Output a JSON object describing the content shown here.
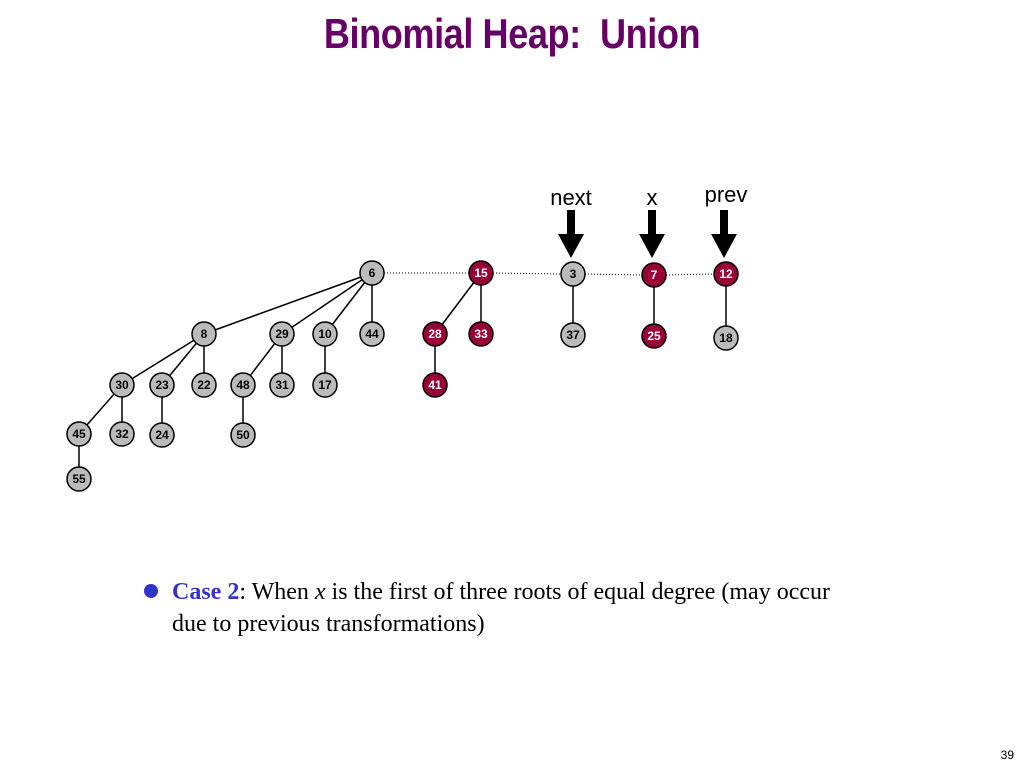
{
  "slide": {
    "title": "Binomial Heap:  Union",
    "page_number": "39"
  },
  "colors": {
    "title": "#660066",
    "gray_node": "#bbbbbb",
    "red_node": "#990033",
    "bullet": "#3333cc"
  },
  "pointers": [
    {
      "label": "next",
      "target": "3"
    },
    {
      "label": "x",
      "target": "7"
    },
    {
      "label": "prev",
      "target": "12"
    }
  ],
  "diagram": {
    "nodes": [
      {
        "key": "6",
        "color": "gray"
      },
      {
        "key": "15",
        "color": "red"
      },
      {
        "key": "3",
        "color": "gray"
      },
      {
        "key": "7",
        "color": "red"
      },
      {
        "key": "12",
        "color": "red"
      },
      {
        "key": "8",
        "color": "gray"
      },
      {
        "key": "29",
        "color": "gray"
      },
      {
        "key": "10",
        "color": "gray"
      },
      {
        "key": "44",
        "color": "gray"
      },
      {
        "key": "28",
        "color": "red"
      },
      {
        "key": "33",
        "color": "red"
      },
      {
        "key": "37",
        "color": "gray"
      },
      {
        "key": "25",
        "color": "red"
      },
      {
        "key": "18",
        "color": "gray"
      },
      {
        "key": "30",
        "color": "gray"
      },
      {
        "key": "23",
        "color": "gray"
      },
      {
        "key": "22",
        "color": "gray"
      },
      {
        "key": "48",
        "color": "gray"
      },
      {
        "key": "31",
        "color": "gray"
      },
      {
        "key": "17",
        "color": "gray"
      },
      {
        "key": "41",
        "color": "red"
      },
      {
        "key": "45",
        "color": "gray"
      },
      {
        "key": "32",
        "color": "gray"
      },
      {
        "key": "24",
        "color": "gray"
      },
      {
        "key": "50",
        "color": "gray"
      },
      {
        "key": "55",
        "color": "gray"
      }
    ],
    "edges": [
      [
        "6",
        "8"
      ],
      [
        "6",
        "29"
      ],
      [
        "6",
        "10"
      ],
      [
        "6",
        "44"
      ],
      [
        "8",
        "30"
      ],
      [
        "8",
        "23"
      ],
      [
        "8",
        "22"
      ],
      [
        "29",
        "48"
      ],
      [
        "29",
        "31"
      ],
      [
        "10",
        "17"
      ],
      [
        "30",
        "45"
      ],
      [
        "30",
        "32"
      ],
      [
        "23",
        "24"
      ],
      [
        "48",
        "50"
      ],
      [
        "45",
        "55"
      ],
      [
        "15",
        "28"
      ],
      [
        "15",
        "33"
      ],
      [
        "28",
        "41"
      ],
      [
        "3",
        "37"
      ],
      [
        "7",
        "25"
      ],
      [
        "12",
        "18"
      ]
    ],
    "root_list": [
      "6",
      "15",
      "3",
      "7",
      "12"
    ]
  },
  "bullet": {
    "case_label": "Case 2",
    "text_before_var": ": When ",
    "var": "x",
    "text_after_var": " is the first of three roots of equal degree (may occur due to previous transformations)"
  }
}
